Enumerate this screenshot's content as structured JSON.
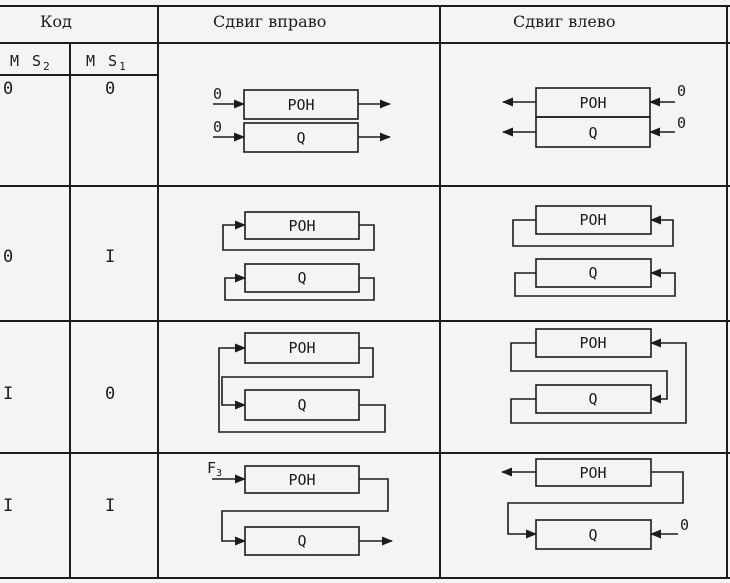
{
  "header": {
    "code": "Код",
    "shift_right": "Сдвиг вправо",
    "shift_left": "Сдвиг влево",
    "ms2": "M S",
    "ms2_sub": "2",
    "ms1": "M S",
    "ms1_sub": "1"
  },
  "rows": [
    {
      "ms2": "0",
      "ms1": "0"
    },
    {
      "ms2": "0",
      "ms1": "I"
    },
    {
      "ms2": "I",
      "ms1": "0"
    },
    {
      "ms2": "I",
      "ms1": "I"
    }
  ],
  "registers": {
    "ron": "РОН",
    "q": "Q"
  },
  "inputs": {
    "zero": "0",
    "f3": "F",
    "f3_sub": "3"
  },
  "colors": {
    "ink": "#1c1c1c",
    "paper": "#f4f4f2"
  }
}
